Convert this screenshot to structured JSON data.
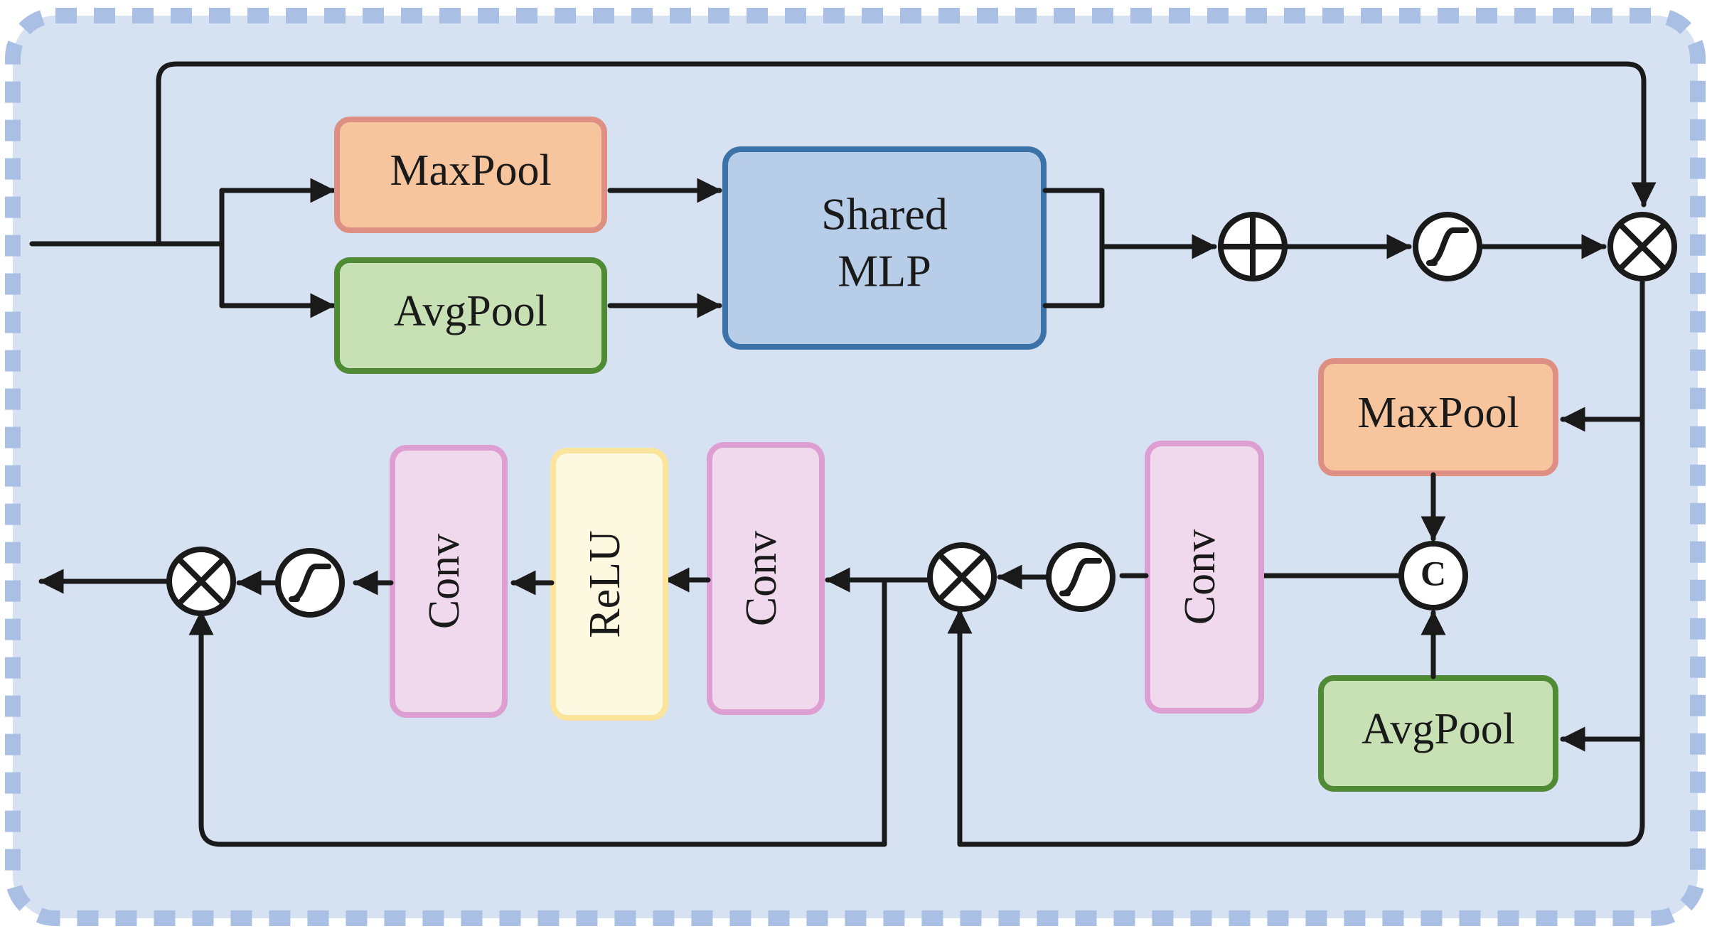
{
  "colors": {
    "panel_fill": "#d6e1f2",
    "panel_border": "#a9c0e4",
    "maxpool_fill": "#f7c59d",
    "maxpool_border": "#de8f83",
    "avgpool_fill": "#c7e1b4",
    "avgpool_border": "#4f8a34",
    "mlp_fill": "#b8cde8",
    "mlp_border": "#3b73a8",
    "conv_fill": "#f0d9ec",
    "conv_border": "#dd9fd1",
    "relu_fill": "#fdf8e0",
    "relu_border": "#fbe49b",
    "line": "#1a1a1a"
  },
  "channel_attention": {
    "maxpool_label": "MaxPool",
    "avgpool_label": "AvgPool",
    "mlp_label_line1": "Shared",
    "mlp_label_line2": "MLP",
    "add_icon": "plus-circle-icon",
    "sigmoid_icon": "sigmoid-icon",
    "multiply_icon": "multiply-circle-icon"
  },
  "spatial_attention": {
    "maxpool_label": "MaxPool",
    "avgpool_label": "AvgPool",
    "concat_label": "C",
    "conv_label": "Conv",
    "sigmoid_icon": "sigmoid-icon",
    "multiply_icon": "multiply-circle-icon"
  },
  "bottleneck": {
    "conv1_label": "Conv",
    "relu_label": "ReLU",
    "conv2_label": "Conv",
    "sigmoid_icon": "sigmoid-icon",
    "multiply_icon": "multiply-circle-icon"
  }
}
